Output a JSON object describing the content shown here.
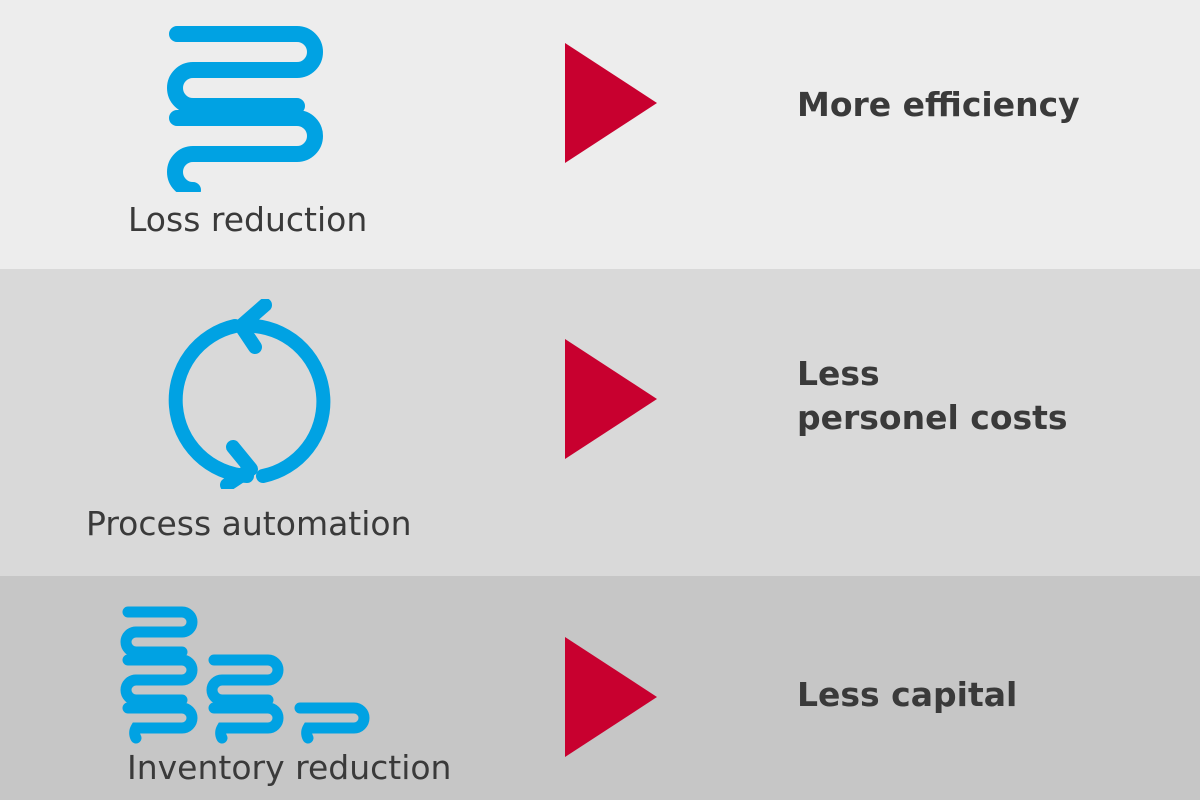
{
  "accent_color": "#c8002f",
  "icon_color": "#00a2e3",
  "rows": [
    {
      "icon": "coil-stack-icon",
      "label": "Loss reduction",
      "result_lines": [
        "More efficiency"
      ]
    },
    {
      "icon": "cycle-arrows-icon",
      "label": "Process automation",
      "result_lines": [
        "Less",
        "personel costs"
      ]
    },
    {
      "icon": "decreasing-coil-stacks-icon",
      "label": "Inventory reduction",
      "result_lines": [
        "Less capital"
      ]
    }
  ]
}
